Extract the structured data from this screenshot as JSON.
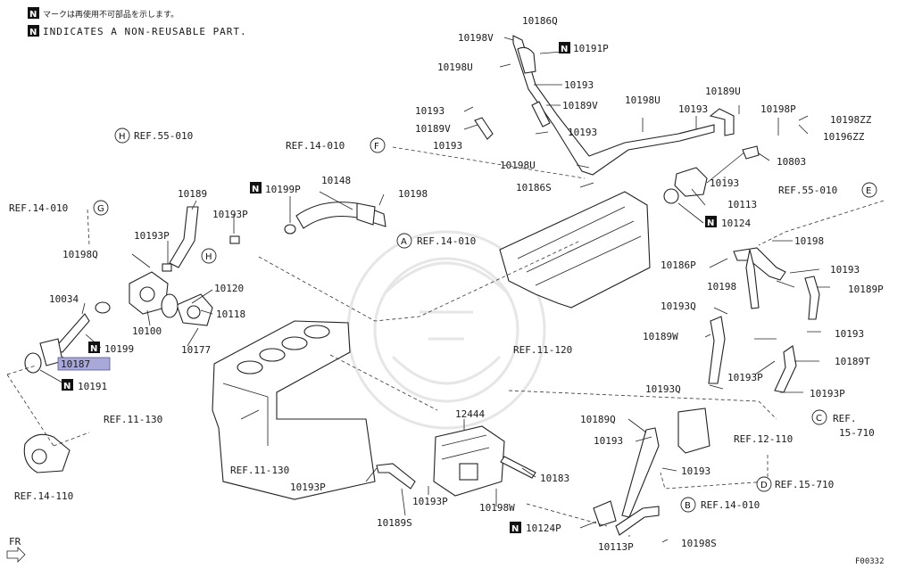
{
  "header": {
    "note_jp": "マークは再使用不可部品を示します。",
    "note_en": "INDICATES A NON-REUSABLE PART.",
    "n_mark": "N"
  },
  "labels": {
    "p10186Q": "10186Q",
    "p10198V_top": "10198V",
    "p10191P_top": "10191P",
    "p10198U_top": "10198U",
    "p10193_a": "10193",
    "p10193_b": "10193",
    "p10189V_l": "10189V",
    "p10189V_r": "10189V",
    "p10193_c": "10193",
    "p10193_d": "10193",
    "p10198U_mid": "10198U",
    "p10193_e": "10193",
    "p10189U": "10189U",
    "p10198P": "10198P",
    "p10198ZZ": "10198ZZ",
    "p10196ZZ": "10196ZZ",
    "p10803": "10803",
    "p10198U_low": "10198U",
    "p10186S": "10186S",
    "p10193_f": "10193",
    "p10113": "10113",
    "p10124": "10124",
    "p10148": "10148",
    "p10199P": "10199P",
    "p10198_mid": "10198",
    "p10189_l": "10189",
    "p10193P_a": "10193P",
    "p10193P_b": "10193P",
    "p10198Q": "10198Q",
    "p10034": "10034",
    "p10120": "10120",
    "p10118": "10118",
    "p10100": "10100",
    "p10177": "10177",
    "p10199": "10199",
    "p10187": "10187",
    "p10191": "10191",
    "p10198_r": "10198",
    "p10186P": "10186P",
    "p10193_g": "10193",
    "p10198_r2": "10198",
    "p10189P_r": "10189P",
    "p10193Q_a": "10193Q",
    "p10193_h": "10193",
    "p10189W": "10189W",
    "p10189T": "10189T",
    "p10193P_c": "10193P",
    "p10193Q_b": "10193Q",
    "p10193P_d": "10193P",
    "p12444": "12444",
    "p10189Q": "10189Q",
    "p10193_i": "10193",
    "p10193_j": "10193",
    "p10183": "10183",
    "p10193P_e": "10193P",
    "p10193P_f": "10193P",
    "p10198W": "10198W",
    "p10189S": "10189S",
    "p10124P": "10124P",
    "p10113P": "10113P",
    "p10198S": "10198S"
  },
  "refs": {
    "ref55_010_top": "REF.55-010",
    "ref14_010_F": "REF.14-010",
    "ref14_010_G": "REF.14-010",
    "ref14_010_A": "REF.14-010",
    "ref55_010_E": "REF.55-010",
    "ref11_120": "REF.11-120",
    "ref11_130_a": "REF.11-130",
    "ref11_130_b": "REF.11-130",
    "ref14_110": "REF.14-110",
    "ref12_110": "REF.12-110",
    "ref15_710_C_a": "REF.",
    "ref15_710_C_b": "15-710",
    "ref15_710_D": "REF.15-710",
    "ref14_010_B": "REF.14-010"
  },
  "callouts": {
    "A": "A",
    "B": "B",
    "C": "C",
    "D": "D",
    "E": "E",
    "F": "F",
    "G": "G",
    "H1": "H",
    "H2": "H"
  },
  "footer": {
    "fr": "FR",
    "code": "F00332"
  },
  "highlight": {
    "part": "10187",
    "fill": "#a9a9d9"
  }
}
